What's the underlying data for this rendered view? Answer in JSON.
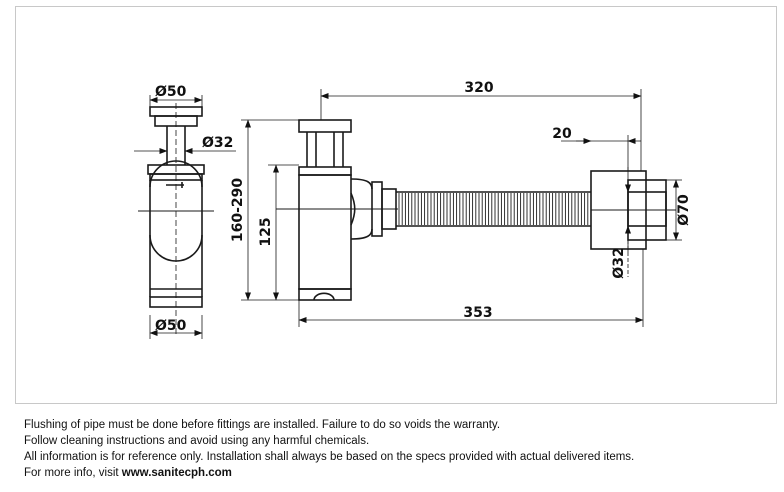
{
  "drawing": {
    "dims": {
      "top_diameter": "Ø50",
      "pipe_diameter_side": "Ø32",
      "bottom_diameter": "Ø50",
      "height_range": "160-290",
      "height": "125",
      "length_top": "320",
      "wall_offset": "20",
      "flange_diameter": "Ø70",
      "outlet_diameter": "Ø32",
      "length_bottom": "353"
    }
  },
  "notes": {
    "line1": "Flushing of pipe must be done before fittings are installed. Failure to do so voids the warranty.",
    "line2": "Follow cleaning instructions and avoid using any harmful chemicals.",
    "line3": "All information is for reference only. Installation shall always be based on the specs provided with actual delivered items.",
    "line4_prefix": "For more info, visit ",
    "line4_link": "www.sanitecph.com"
  }
}
